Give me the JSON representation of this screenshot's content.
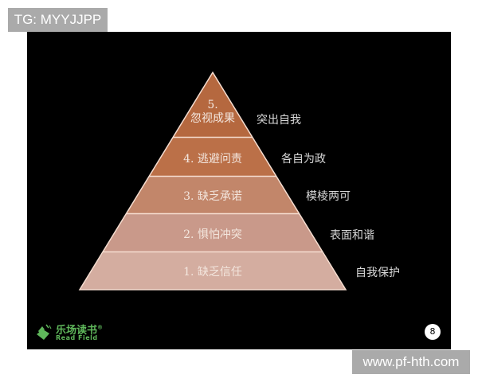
{
  "watermarks": {
    "top_left": "TG: MYYJJPP",
    "bottom_right": "www.pf-hth.com"
  },
  "pyramid": {
    "layers": [
      {
        "level": "5.",
        "label": "忽视成果",
        "side": "突出自我",
        "color": "#b5683f"
      },
      {
        "level": "4.",
        "label": "逃避问责",
        "side": "各自为政",
        "color": "#bb7048"
      },
      {
        "level": "3.",
        "label": "缺乏承诺",
        "side": "模棱两可",
        "color": "#c2866a"
      },
      {
        "level": "2.",
        "label": "惧怕冲突",
        "side": "表面和谐",
        "color": "#c9998a"
      },
      {
        "level": "1.",
        "label": "缺乏信任",
        "side": "自我保护",
        "color": "#d4ada0"
      }
    ],
    "divider_color": "#f5ddd0"
  },
  "logo": {
    "cn": "乐场读书",
    "reg": "®",
    "en": "Read Field",
    "color": "#5fb75b"
  },
  "page_number": "8"
}
